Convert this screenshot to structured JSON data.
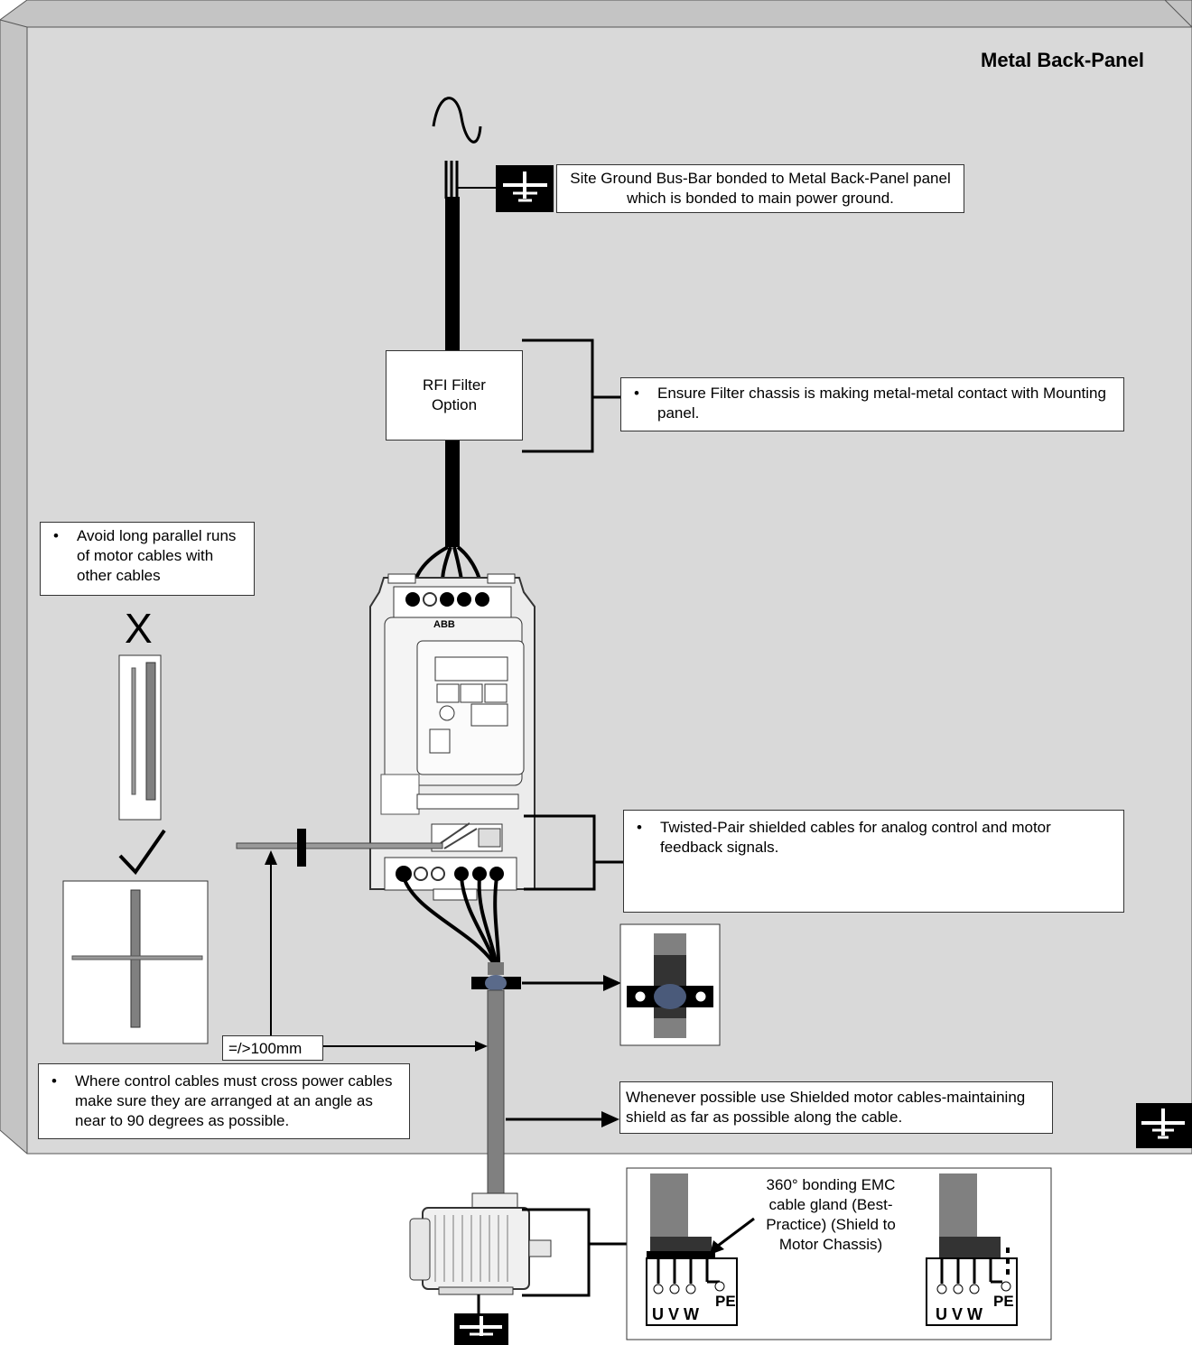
{
  "panel_title": "Metal Back-Panel",
  "ground_note": "Site Ground Bus-Bar bonded to Metal Back-Panel panel which is bonded to main power ground.",
  "filter_box": "RFI Filter Option",
  "filter_note": "Ensure Filter chassis is making metal-metal contact with Mounting panel.",
  "parallel_note": "Avoid long parallel runs of motor cables with other cables",
  "bad_mark": "X",
  "good_mark": "✓",
  "twisted_note": "Twisted-Pair shielded cables for analog control and motor feedback signals.",
  "distance_label": "=/>100mm",
  "cross_note": "Where control cables must cross power cables make sure they are arranged at an angle as near to 90 degrees as possible.",
  "shield_note": "Whenever possible use Shielded motor cables-maintaining shield as far as possible along the cable.",
  "gland_note": "360° bonding EMC cable gland (Best-Practice) (Shield to Motor Chassis)",
  "terminals": [
    "U",
    "V",
    "W"
  ],
  "pe_label": "PE",
  "drive_brand": "ABB",
  "colors": {
    "panel": "#d9d9d9",
    "cable": "#000000",
    "shield": "#808080"
  }
}
